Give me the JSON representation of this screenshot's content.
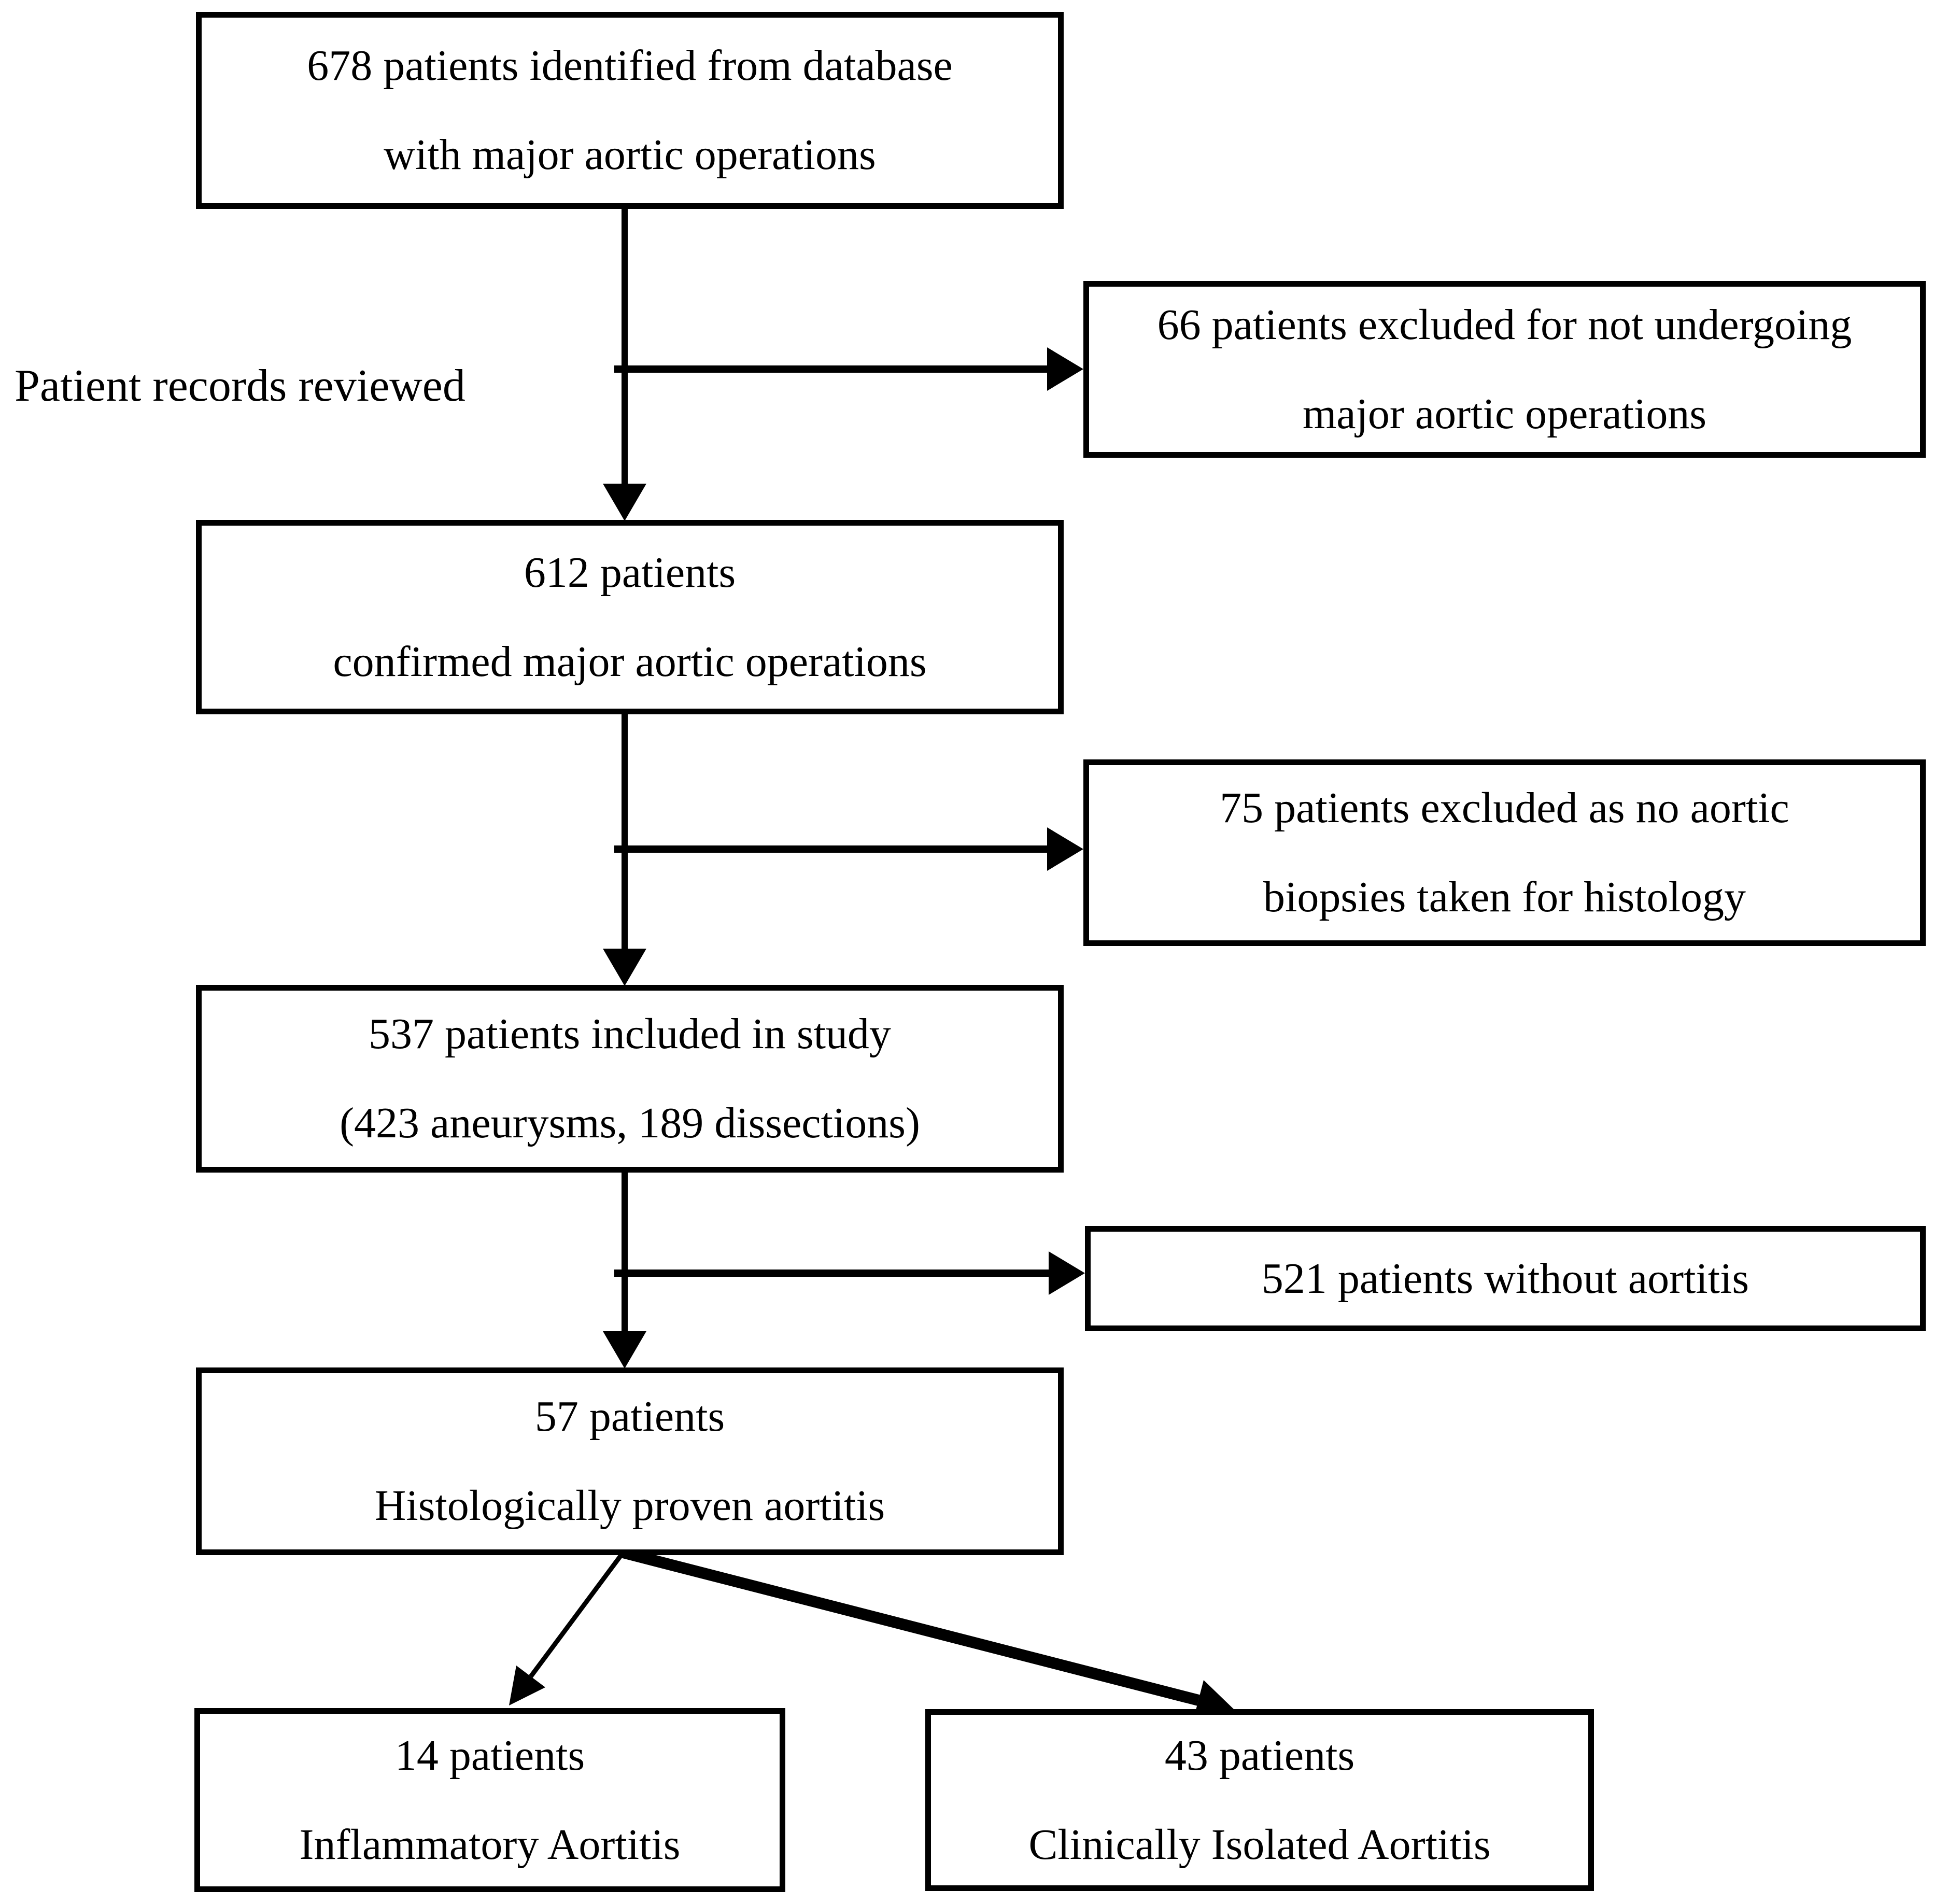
{
  "diagram": {
    "side_label": "Patient records reviewed",
    "boxes": {
      "identified": {
        "line1": "678 patients identified from database",
        "line2": "with major aortic operations"
      },
      "excluded_not_undergoing": {
        "line1": "66 patients excluded for not undergoing",
        "line2": "major aortic operations"
      },
      "confirmed": {
        "line1": "612 patients",
        "line2": "confirmed major aortic operations"
      },
      "excluded_no_biopsies": {
        "line1": "75 patients excluded as no aortic",
        "line2": "biopsies taken for histology"
      },
      "included": {
        "line1": "537 patients included in study",
        "line2": "(423 aneurysms, 189 dissections)"
      },
      "without_aortitis": {
        "line1": "521 patients without aortitis"
      },
      "proven_aortitis": {
        "line1": "57 patients",
        "line2": "Histologically proven aortitis"
      },
      "inflammatory": {
        "line1": "14 patients",
        "line2": "Inflammatory Aortitis"
      },
      "clinically_isolated": {
        "line1": "43 patients",
        "line2": "Clinically Isolated Aortitis"
      }
    },
    "colors": {
      "line": "#000000",
      "text": "#000000",
      "background": "#ffffff"
    }
  }
}
